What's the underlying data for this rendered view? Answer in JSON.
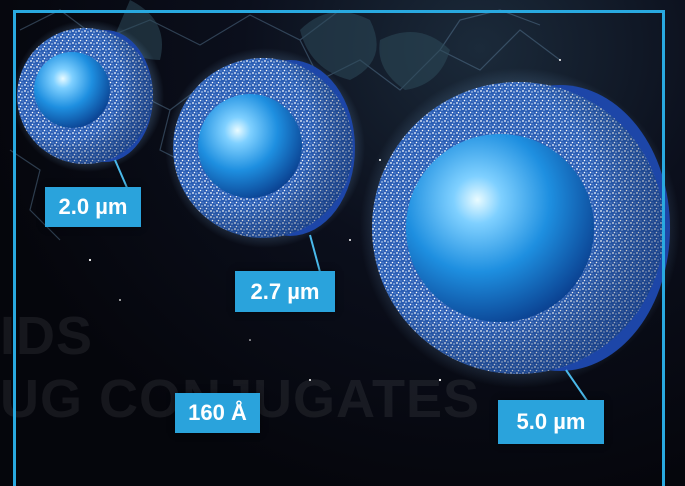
{
  "labels": {
    "small": "2.0 µm",
    "medium": "2.7 µm",
    "large": "5.0 µm",
    "pore": "160 Å"
  },
  "background_text": {
    "line1": "IDS",
    "line2": "UG CONJUGATES"
  },
  "colors": {
    "accent": "#2aa3dc",
    "frame": "#29a9e0",
    "core": "#1e8fe0",
    "shell": "#cfe6ff",
    "background": "#05060c"
  }
}
